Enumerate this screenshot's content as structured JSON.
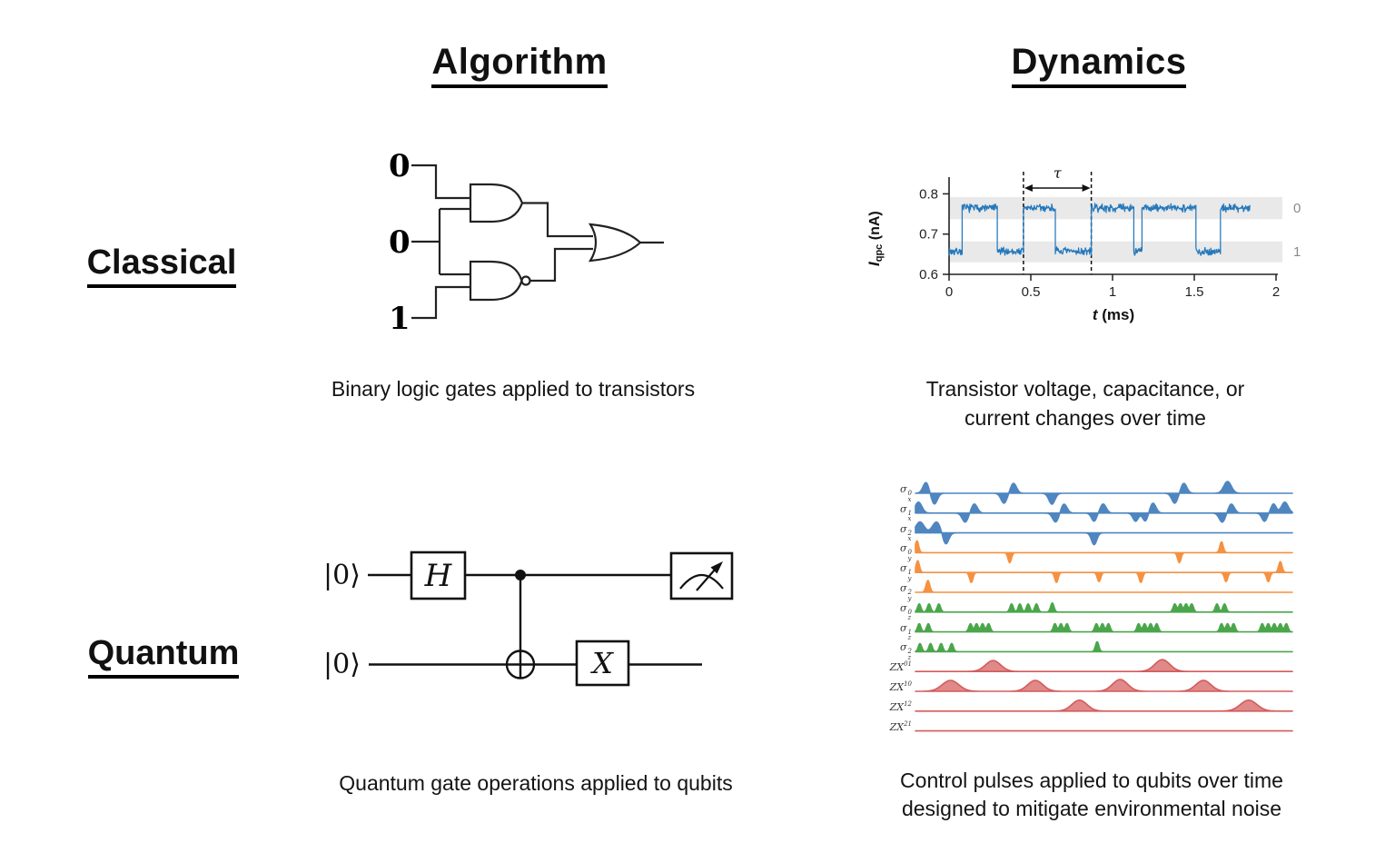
{
  "headers": {
    "col_algorithm": "Algorithm",
    "col_dynamics": "Dynamics",
    "row_classical": "Classical",
    "row_quantum": "Quantum"
  },
  "captions": {
    "classical_algorithm": "Binary logic gates applied to transistors",
    "classical_dynamics_line1": "Transistor voltage, capacitance, or",
    "classical_dynamics_line2": "current changes over time",
    "quantum_algorithm": "Quantum gate operations applied to qubits",
    "quantum_dynamics_line1": "Control pulses applied to qubits over time",
    "quantum_dynamics_line2": "designed to mitigate environmental noise"
  },
  "logic_circuit": {
    "inputs": [
      "0",
      "0",
      "1"
    ]
  },
  "quantum_circuit": {
    "qubit_labels": [
      "|0⟩",
      "|0⟩"
    ],
    "gate_h": "H",
    "gate_x": "X"
  },
  "chart_data": [
    {
      "type": "line",
      "title": "",
      "ylabel": {
        "pre": "I",
        "sub": "qpc",
        "post": " (nA)"
      },
      "xlabel": {
        "pre": "t",
        "post": " (ms)"
      },
      "xlim": [
        0,
        2
      ],
      "ylim": [
        0.6,
        0.83
      ],
      "xticks": [
        0,
        0.5,
        1,
        1.5,
        2
      ],
      "xtick_labels": [
        "0",
        "0.5",
        "1",
        "1.5",
        "2"
      ],
      "yticks": [
        0.6,
        0.7,
        0.8
      ],
      "ytick_labels": [
        "0.6",
        "0.7",
        "0.8"
      ],
      "grid": false,
      "line_color": "#2478bc",
      "band_color": "#e9e9e9",
      "band_label_color": "#8a8a8a",
      "bands": [
        {
          "label": "0",
          "lo": 0.737,
          "hi": 0.792
        },
        {
          "label": "1",
          "lo": 0.63,
          "hi": 0.682
        }
      ],
      "levels": {
        "high": 0.765,
        "low": 0.657
      },
      "noise": 0.0085,
      "segments": [
        [
          0,
          0.08,
          "low"
        ],
        [
          0.08,
          0.295,
          "high"
        ],
        [
          0.295,
          0.455,
          "low"
        ],
        [
          0.455,
          0.65,
          "high"
        ],
        [
          0.65,
          0.87,
          "low"
        ],
        [
          0.87,
          1.13,
          "high"
        ],
        [
          1.13,
          1.18,
          "low"
        ],
        [
          1.18,
          1.51,
          "high"
        ],
        [
          1.51,
          1.66,
          "low"
        ],
        [
          1.66,
          1.84,
          "high"
        ]
      ],
      "tau": {
        "label": "τ",
        "x1": 0.455,
        "x2": 0.87
      }
    },
    {
      "type": "line",
      "title": "",
      "x_range": [
        0,
        1
      ],
      "rows": [
        {
          "id": "sigma-x-0",
          "base": "σ",
          "sub": "x",
          "sup": "0",
          "color": "#4f86c0",
          "fill_opacity": 1,
          "pulses": [
            [
              0.028,
              12,
              0.008
            ],
            [
              0.05,
              -12,
              0.008
            ],
            [
              0.235,
              -11,
              0.008
            ],
            [
              0.26,
              11,
              0.008
            ],
            [
              0.362,
              -12,
              0.008
            ],
            [
              0.688,
              -11,
              0.008
            ],
            [
              0.712,
              11,
              0.008
            ],
            [
              0.828,
              13,
              0.01
            ]
          ]
        },
        {
          "id": "sigma-x-1",
          "base": "σ",
          "sub": "x",
          "sup": "1",
          "color": "#4f86c0",
          "fill_opacity": 1,
          "pulses": [
            [
              0.008,
              12,
              0.009
            ],
            [
              0.132,
              -10,
              0.008
            ],
            [
              0.156,
              10,
              0.008
            ],
            [
              0.372,
              -10,
              0.008
            ],
            [
              0.394,
              10,
              0.008
            ],
            [
              0.474,
              -9,
              0.007
            ],
            [
              0.498,
              10,
              0.008
            ],
            [
              0.584,
              -9,
              0.007
            ],
            [
              0.61,
              -9,
              0.007
            ],
            [
              0.63,
              11,
              0.008
            ],
            [
              0.814,
              -10,
              0.008
            ],
            [
              0.838,
              10,
              0.008
            ],
            [
              0.926,
              -9,
              0.007
            ],
            [
              0.95,
              10,
              0.007
            ],
            [
              0.98,
              12,
              0.009
            ]
          ]
        },
        {
          "id": "sigma-x-2",
          "base": "σ",
          "sub": "x",
          "sup": "2",
          "color": "#4f86c0",
          "fill_opacity": 1,
          "pulses": [
            [
              0.012,
              12,
              0.011
            ],
            [
              0.056,
              12,
              0.011
            ],
            [
              0.08,
              -13,
              0.008
            ],
            [
              0.474,
              -13,
              0.007
            ]
          ]
        },
        {
          "id": "sigma-y-0",
          "base": "σ",
          "sub": "y",
          "sup": "0",
          "color": "#f59140",
          "fill_opacity": 1,
          "pulses": [
            [
              0.004,
              13,
              0.0045
            ],
            [
              0.25,
              -11,
              0.0045
            ],
            [
              0.7,
              -11,
              0.0045
            ],
            [
              0.812,
              12,
              0.0045
            ]
          ]
        },
        {
          "id": "sigma-y-1",
          "base": "σ",
          "sub": "y",
          "sup": "1",
          "color": "#f59140",
          "fill_opacity": 1,
          "pulses": [
            [
              0.006,
              13,
              0.0045
            ],
            [
              0.148,
              -11,
              0.0045
            ],
            [
              0.374,
              -11,
              0.0045
            ],
            [
              0.487,
              -10,
              0.0045
            ],
            [
              0.598,
              -11,
              0.0045
            ],
            [
              0.824,
              -10,
              0.0045
            ],
            [
              0.936,
              -10,
              0.0045
            ],
            [
              0.968,
              12,
              0.0045
            ]
          ]
        },
        {
          "id": "sigma-y-2",
          "base": "σ",
          "sub": "y",
          "sup": "2",
          "color": "#f59140",
          "fill_opacity": 1,
          "pulses": [
            [
              0.033,
              13,
              0.005
            ]
          ]
        },
        {
          "id": "sigma-z-0",
          "base": "σ",
          "sub": "z",
          "sup": "0",
          "color": "#4ba64b",
          "fill_opacity": 1,
          "pulses": [
            [
              0.01,
              9,
              0.0045
            ],
            [
              0.036,
              9,
              0.0045
            ],
            [
              0.062,
              9,
              0.0045
            ],
            [
              0.255,
              9,
              0.0045
            ],
            [
              0.277,
              9,
              0.0045
            ],
            [
              0.299,
              9,
              0.0045
            ],
            [
              0.321,
              9,
              0.0045
            ],
            [
              0.363,
              10,
              0.0045
            ],
            [
              0.688,
              9,
              0.0045
            ],
            [
              0.703,
              9,
              0.0045
            ],
            [
              0.718,
              9,
              0.0045
            ],
            [
              0.733,
              9,
              0.0045
            ],
            [
              0.8,
              9,
              0.0045
            ],
            [
              0.82,
              9,
              0.0045
            ]
          ]
        },
        {
          "id": "sigma-z-1",
          "base": "σ",
          "sub": "z",
          "sup": "1",
          "color": "#4ba64b",
          "fill_opacity": 1,
          "pulses": [
            [
              0.01,
              9,
              0.0045
            ],
            [
              0.034,
              9,
              0.0045
            ],
            [
              0.146,
              9,
              0.0045
            ],
            [
              0.162,
              9,
              0.0045
            ],
            [
              0.178,
              9,
              0.0045
            ],
            [
              0.194,
              9,
              0.0045
            ],
            [
              0.37,
              9,
              0.0045
            ],
            [
              0.386,
              9,
              0.0045
            ],
            [
              0.402,
              9,
              0.0045
            ],
            [
              0.48,
              9,
              0.0045
            ],
            [
              0.496,
              9,
              0.0045
            ],
            [
              0.512,
              9,
              0.0045
            ],
            [
              0.592,
              9,
              0.0045
            ],
            [
              0.608,
              9,
              0.0045
            ],
            [
              0.624,
              9,
              0.0045
            ],
            [
              0.64,
              9,
              0.0045
            ],
            [
              0.812,
              9,
              0.0045
            ],
            [
              0.828,
              9,
              0.0045
            ],
            [
              0.844,
              9,
              0.0045
            ],
            [
              0.92,
              9,
              0.0045
            ],
            [
              0.936,
              9,
              0.0045
            ],
            [
              0.952,
              9,
              0.0045
            ],
            [
              0.968,
              9,
              0.0045
            ],
            [
              0.984,
              9,
              0.0045
            ]
          ]
        },
        {
          "id": "sigma-z-2",
          "base": "σ",
          "sub": "z",
          "sup": "2",
          "color": "#4ba64b",
          "fill_opacity": 1,
          "pulses": [
            [
              0.012,
              9,
              0.0045
            ],
            [
              0.04,
              9,
              0.0045
            ],
            [
              0.068,
              9,
              0.0045
            ],
            [
              0.096,
              9,
              0.0045
            ],
            [
              0.482,
              11,
              0.0045
            ]
          ]
        },
        {
          "id": "zx-01",
          "base": "ZX",
          "sup": "01",
          "color": "#d45b5b",
          "fill_opacity": 0.72,
          "pulses": [
            [
              0.206,
              12,
              0.02
            ],
            [
              0.655,
              13,
              0.02
            ]
          ]
        },
        {
          "id": "zx-10",
          "base": "ZX",
          "sup": "10",
          "color": "#d45b5b",
          "fill_opacity": 0.72,
          "pulses": [
            [
              0.093,
              12,
              0.022
            ],
            [
              0.318,
              12,
              0.02
            ],
            [
              0.543,
              13,
              0.02
            ],
            [
              0.764,
              12,
              0.02
            ]
          ]
        },
        {
          "id": "zx-12",
          "base": "ZX",
          "sup": "12",
          "color": "#d45b5b",
          "fill_opacity": 0.72,
          "pulses": [
            [
              0.435,
              12,
              0.02
            ],
            [
              0.884,
              12,
              0.022
            ]
          ]
        },
        {
          "id": "zx-21",
          "base": "ZX",
          "sup": "21",
          "color": "#d45b5b",
          "fill_opacity": 0.72,
          "pulses": []
        }
      ]
    }
  ]
}
